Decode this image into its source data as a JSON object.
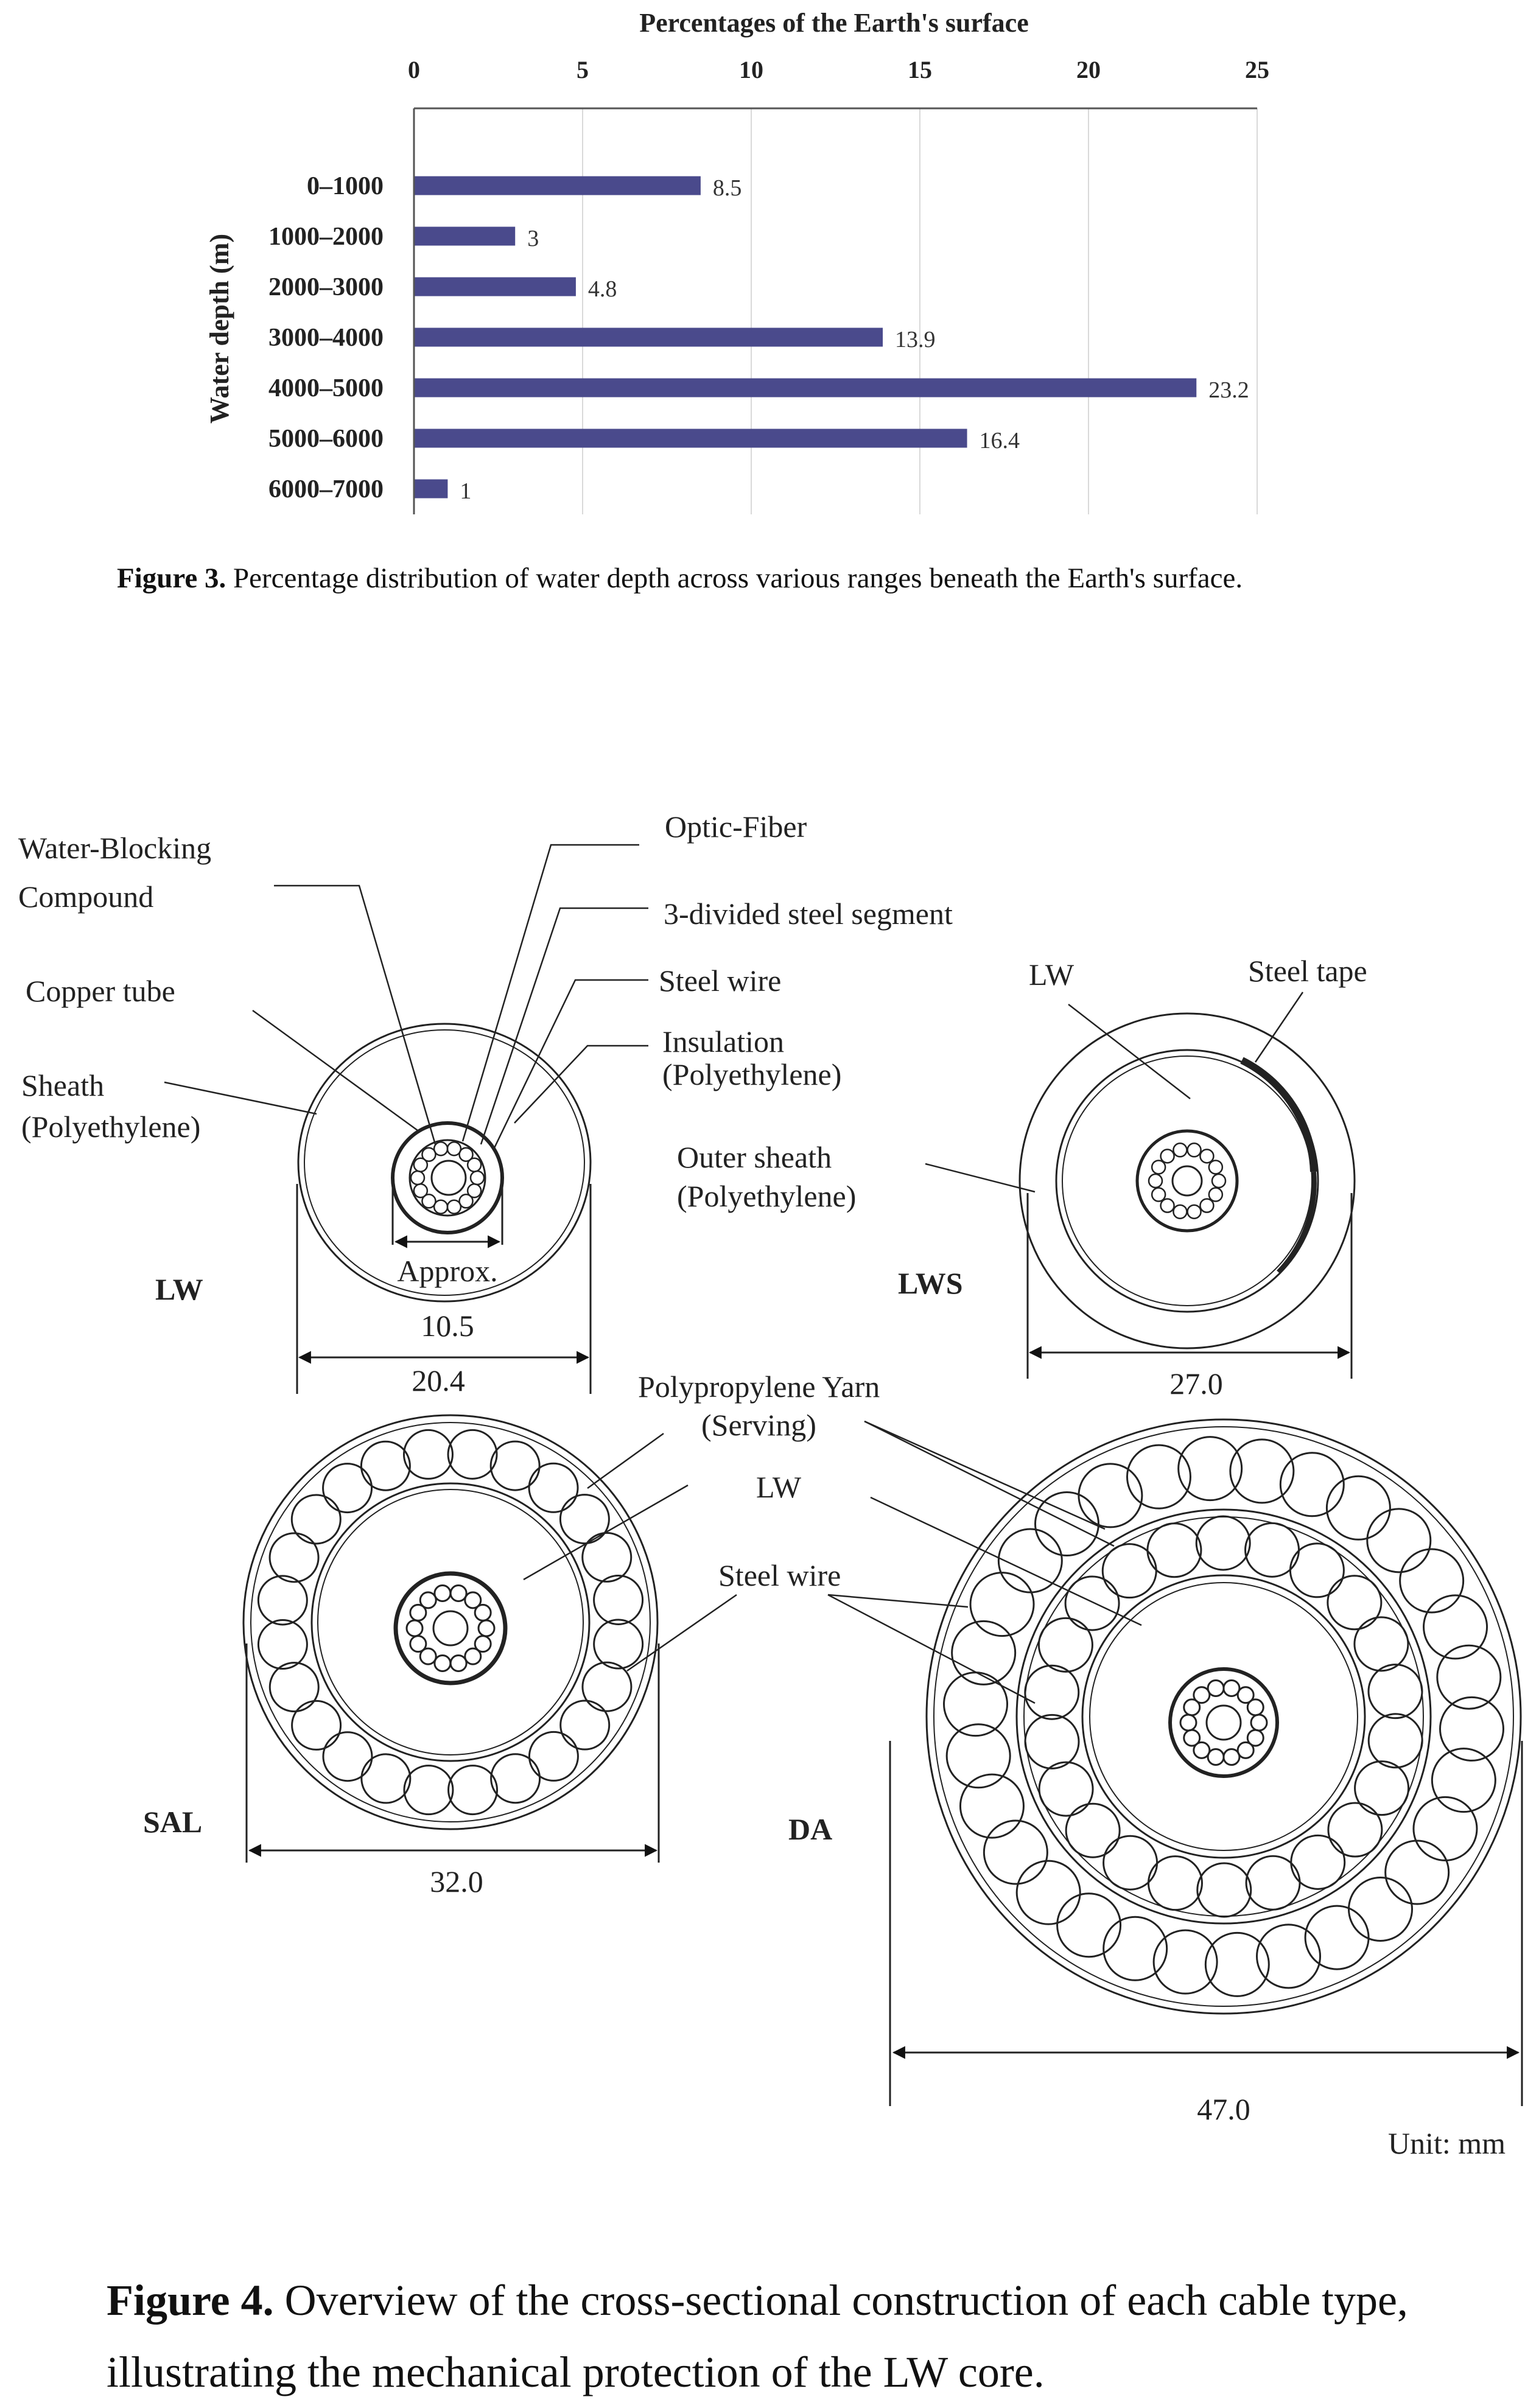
{
  "chart_data": {
    "type": "bar",
    "orientation": "horizontal",
    "title": "Percentages of the Earth's surface",
    "xlabel": "Percentages of the Earth's surface",
    "ylabel": "Water depth (m)",
    "categories": [
      "0–1000",
      "1000–2000",
      "2000–3000",
      "3000–4000",
      "4000–5000",
      "5000–6000",
      "6000–7000"
    ],
    "values": [
      8.5,
      3,
      4.8,
      13.9,
      23.2,
      16.4,
      1
    ],
    "value_labels": [
      "8.5",
      "3",
      "4.8",
      "13.9",
      "23.2",
      "16.4",
      "1"
    ],
    "xlim": [
      0,
      25
    ],
    "xticks": [
      "0",
      "5",
      "10",
      "15",
      "20",
      "25"
    ],
    "x_axis_position": "top",
    "grid": true,
    "bar_color": "#4a4a8c"
  },
  "figure3": {
    "label": "Figure 3.",
    "text": " Percentage distribution of water depth across various ranges beneath the Earth's surface."
  },
  "figure4": {
    "label": "Figure 4.",
    "text": " Overview of the cross-sectional construction of each cable type, illustrating the mechanical protection of the LW core.",
    "labels": {
      "water_blocking_1": "Water-Blocking",
      "water_blocking_2": "Compound",
      "copper_tube": "Copper tube",
      "sheath_1": "Sheath",
      "sheath_2": "(Polyethylene)",
      "optic_fiber": "Optic-Fiber",
      "steel_segment": "3-divided steel segment",
      "steel_wire_top": "Steel wire",
      "insulation_1": "Insulation",
      "insulation_2": "(Polyethylene)",
      "lws_lw": "LW",
      "steel_tape": "Steel tape",
      "outer_sheath_1": "Outer sheath",
      "outer_sheath_2": "(Polyethylene)",
      "lw_name": "LW",
      "lws_name": "LWS",
      "approx": "Approx.",
      "dim_core": "10.5",
      "dim_lw": "20.4",
      "dim_lws": "27.0",
      "pp_yarn_1": "Polypropylene Yarn",
      "pp_yarn_2": "(Serving)",
      "da_lw": "LW",
      "steel_wire_mid": "Steel wire",
      "sal_name": "SAL",
      "da_name": "DA",
      "dim_sal": "32.0",
      "dim_da": "47.0",
      "unit": "Unit: mm"
    }
  }
}
